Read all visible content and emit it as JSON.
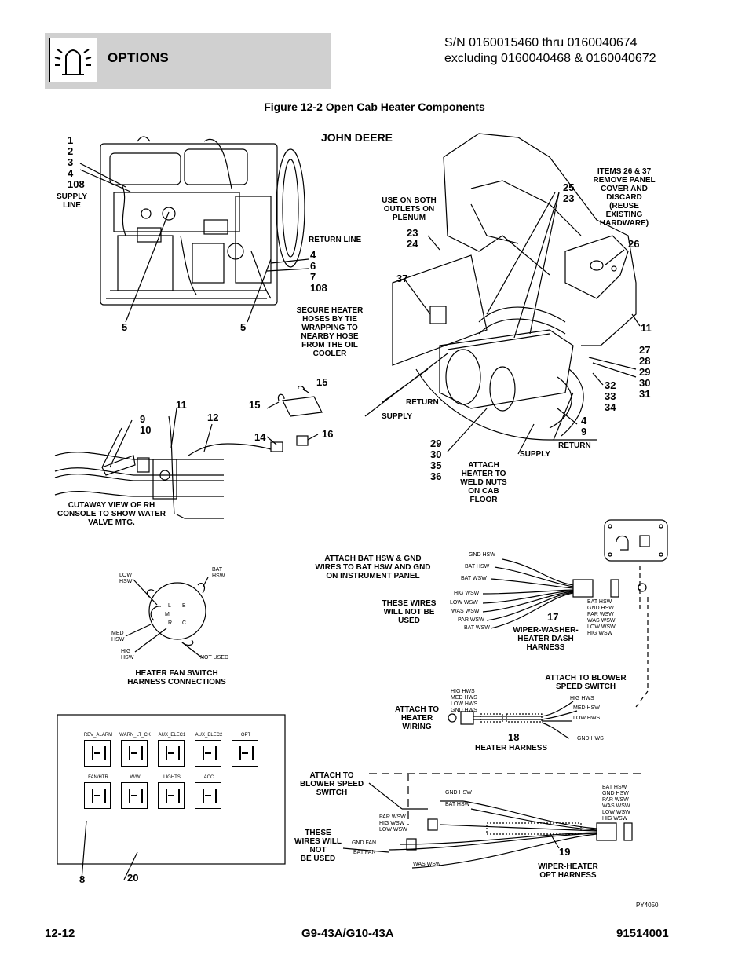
{
  "header": {
    "section_title": "OPTIONS",
    "serial_line1": "S/N 0160015460 thru 0160040674",
    "serial_line2": "excluding 0160040468 & 0160040672",
    "icon": "dome-light-icon"
  },
  "figure_title": "Figure 12-2 Open Cab Heater Components",
  "engine_brand": "JOHN DEERE",
  "callouts": {
    "engine_top": "1\n2\n3\n4\n108",
    "engine_5a": "5",
    "engine_5b": "5",
    "engine_ret": "4\n6\n7\n108",
    "heater_25": "25\n23",
    "heater_23": "23\n24",
    "heater_37": "37",
    "heater_26": "26",
    "heater_11": "11",
    "heater_27": "27\n28\n29\n30\n31",
    "heater_32": "32\n33\n34",
    "heater_49": "4\n9",
    "heater_29": "29\n30\n35\n36",
    "valve_9": "9\n10",
    "valve_11": "11",
    "valve_12": "12",
    "valve_15a": "15",
    "valve_15b": "15",
    "valve_14": "14",
    "valve_16": "16",
    "harness_17": "17",
    "harness_18": "18",
    "harness_19": "19",
    "panel_8": "8",
    "panel_20": "20"
  },
  "labels": {
    "supply_line": "SUPPLY\nLINE",
    "return_line": "RETURN LINE",
    "secure": "SECURE HEATER\nHOSES BY TIE\nWRAPPING TO\nNEARBY HOSE\nFROM THE OIL\nCOOLER",
    "use_both": "USE ON BOTH\nOUTLETS ON\nPLENUM",
    "items": "ITEMS 26 & 37\nREMOVE PANEL\nCOVER AND\nDISCARD\n(REUSE\nEXISTING\nHARDWARE)",
    "return_a": "RETURN",
    "supply_a": "SUPPLY",
    "supply_b": "SUPPLY",
    "return_b": "RETURN",
    "attach_heater": "ATTACH\nHEATER TO\nWELD NUTS\nON CAB\nFLOOR",
    "cutaway": "CUTAWAY VIEW OF RH\nCONSOLE TO SHOW WATER\nVALVE MTG.",
    "attach_bat": "ATTACH BAT HSW & GND\nWIRES TO BAT HSW AND GND\nON INSTRUMENT PANEL",
    "these_wires": "THESE WIRES\nWILL NOT BE\nUSED",
    "wiper_dash": "WIPER-WASHER-\nHEATER DASH\nHARNESS",
    "fan_switch": "HEATER FAN SWITCH\nHARNESS CONNECTIONS",
    "attach_blower_top": "ATTACH TO BLOWER\nSPEED SWITCH",
    "attach_heater_wiring": "ATTACH TO\nHEATER\nWIRING",
    "heater_harness": "HEATER HARNESS",
    "attach_blower_left": "ATTACH TO\nBLOWER SPEED\nSWITCH",
    "these_wires_2": "THESE\nWIRES WILL\nNOT\nBE USED",
    "wiper_opt": "WIPER-HEATER\nOPT HARNESS",
    "py": "PY4050"
  },
  "wire_labels": {
    "dash_left": [
      "GND HSW",
      "BAT HSW",
      "BAT WSW",
      "HIG WSW",
      "LOW WSW",
      "WAS WSW",
      "PAR WSW",
      "BAT WSW"
    ],
    "dash_right": "BAT HSW\nGND HSW\nPAR WSW\nWAS WSW\nLOW WSW\nHIG WSW",
    "fan_low": "LOW\nHSW",
    "fan_bat": "BAT\nHSW",
    "fan_med": "MED\nHSW",
    "fan_hig": "HIG\nHSW",
    "fan_notused": "NOT USED",
    "fan_L": "L",
    "fan_M": "M",
    "fan_R": "R",
    "fan_B": "B",
    "fan_C": "C",
    "heater_left": "HIG HWS\nMED HWS\nLOW HWS\nGND HWS",
    "heater_hig": "HIG HWS",
    "heater_med": "MED HSW",
    "heater_low": "LOW HWS",
    "heater_gnd": "GND HWS",
    "opt_gnd": "GND HSW",
    "opt_bat": "BAT HSW",
    "opt_par": "PAR WSW\nHIG WSW\nLOW WSW",
    "opt_gndfan": "GND FAN",
    "opt_batfan": "BAT FAN",
    "opt_was": "WAS WSW",
    "opt_right": "BAT HSW\nGND HSW\nPAR WSW\nWAS WSW\nLOW WSW\nHIG WSW"
  },
  "relay_panel": {
    "row1": [
      "REV_ALARM",
      "WARN_LT_CK",
      "AUX_ELEC1",
      "AUX_ELEC2",
      "OPT"
    ],
    "row2": [
      "FAN/HTR",
      "W/W",
      "LIGHTS",
      "ACC"
    ]
  },
  "footer": {
    "page": "12-12",
    "model": "G9-43A/G10-43A",
    "doc": "91514001"
  }
}
